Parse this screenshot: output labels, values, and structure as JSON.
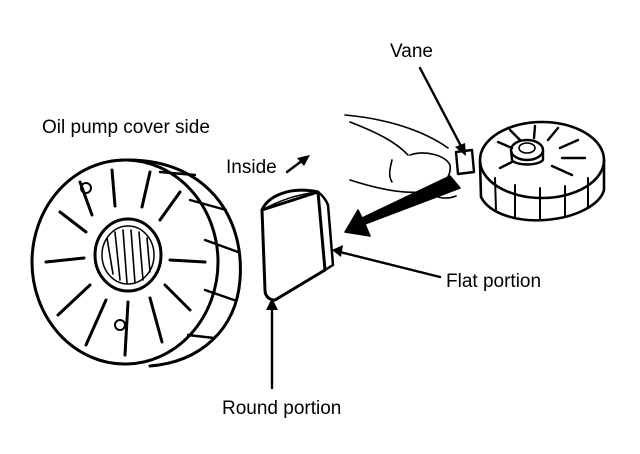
{
  "labels": {
    "oil_pump_cover_side": "Oil pump cover side",
    "vane": "Vane",
    "inside": "Inside",
    "flat_portion": "Flat portion",
    "round_portion": "Round portion"
  },
  "colors": {
    "ink": "#000000",
    "paper": "#ffffff"
  }
}
